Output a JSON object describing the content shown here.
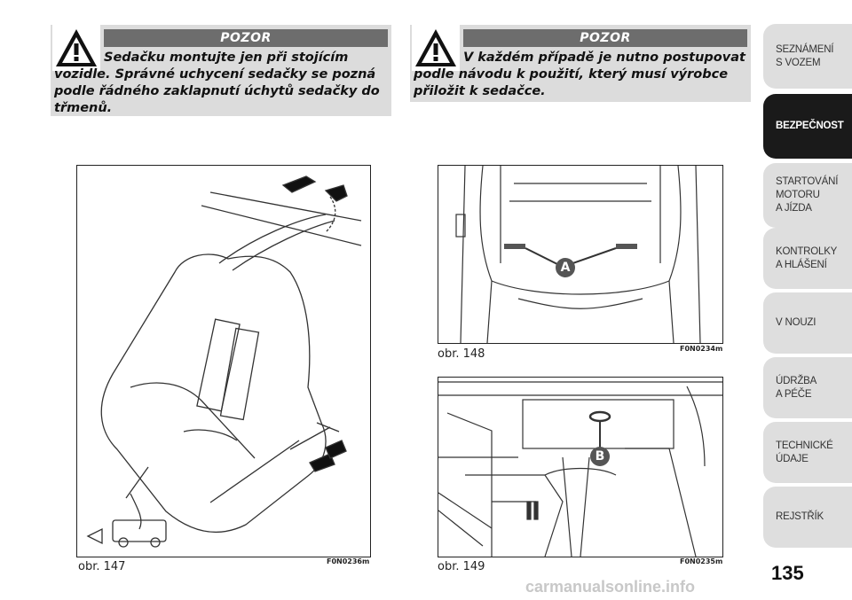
{
  "warnings": [
    {
      "heading": "POZOR",
      "text": "Sedačku montujte jen při stojícím vozidle. Správné uchycení sedačky se pozná podle řádného zaklapnutí úchytů sedačky do třmenů."
    },
    {
      "heading": "POZOR",
      "text": "V každém případě je nutno postupovat podle návodu k použití, který musí výrobce přiložit k sedačce."
    }
  ],
  "figures": [
    {
      "caption": "obr. 147",
      "code": "F0N0236m"
    },
    {
      "caption": "obr. 148",
      "code": "F0N0234m",
      "callout": "A"
    },
    {
      "caption": "obr. 149",
      "code": "F0N0235m",
      "callout": "B"
    }
  ],
  "nav_tabs": [
    {
      "label": "SEZNÁMENÍ\nS VOZEM",
      "active": false
    },
    {
      "label": "BEZPEČNOST",
      "active": true
    },
    {
      "label": "STARTOVÁNÍ\nMOTORU\nA JÍZDA",
      "active": false
    },
    {
      "label": "KONTROLKY\nA HLÁŠENÍ",
      "active": false
    },
    {
      "label": "V NOUZI",
      "active": false
    },
    {
      "label": "ÚDRŽBA\nA PÉČE",
      "active": false
    },
    {
      "label": "TECHNICKÉ\nÚDAJE",
      "active": false
    },
    {
      "label": "REJSTŘÍK",
      "active": false
    }
  ],
  "page_number": "135",
  "footer": "carmanualsonline.info",
  "colors": {
    "callout": "#555555",
    "warning_bar": "#6d6d6d",
    "tab": "#dedede",
    "tab_active": "#1a1a1a"
  }
}
